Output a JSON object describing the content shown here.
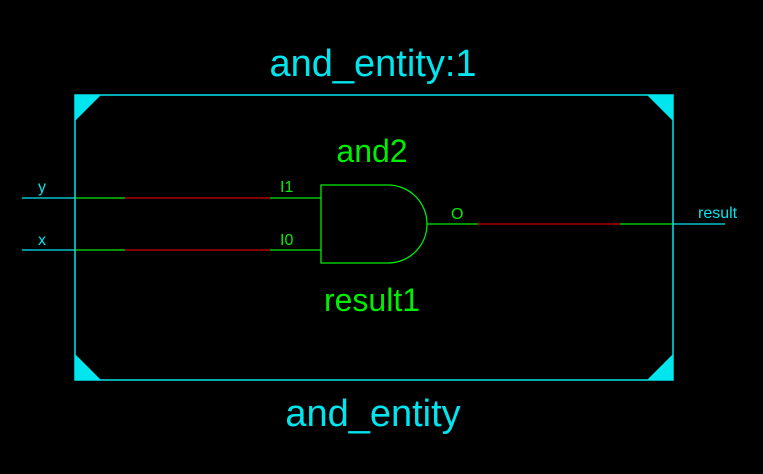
{
  "instance_name": "and_entity:1",
  "entity_name": "and_entity",
  "gate": {
    "type_label": "and2",
    "instance_label": "result1",
    "pins": {
      "in1": "I1",
      "in0": "I0",
      "out": "O"
    }
  },
  "ports": {
    "in1": "y",
    "in0": "x",
    "out": "result"
  },
  "colors": {
    "box": "#00e5ee",
    "gate": "#00ee00",
    "wire": "#00ee00",
    "wire_segment": "#cc0000",
    "port_wire": "#00e5ee",
    "background": "#000000"
  }
}
